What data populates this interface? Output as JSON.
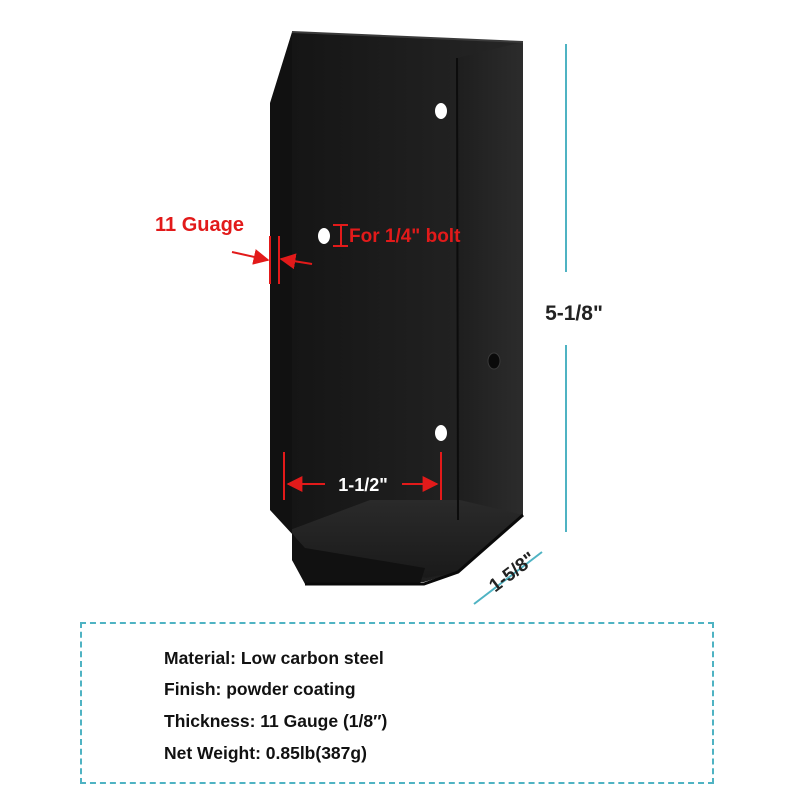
{
  "colors": {
    "bracket": "#1b1b1b",
    "annotation_red": "#e21a1a",
    "dimension_teal": "#4fb3c3",
    "label_dark": "#222222"
  },
  "annotations": {
    "gauge_label": "11 Guage",
    "bolt_label": "For 1/4\" bolt",
    "inner_width_label": "1-1/2\""
  },
  "dimensions": {
    "height_label": "5-1/8\"",
    "depth_label": "1-5/8\""
  },
  "specs": [
    "Material: Low carbon steel",
    "Finish: powder coating",
    "Thickness: 11 Gauge (1/8″)",
    "Net Weight: 0.85lb(387g)"
  ]
}
